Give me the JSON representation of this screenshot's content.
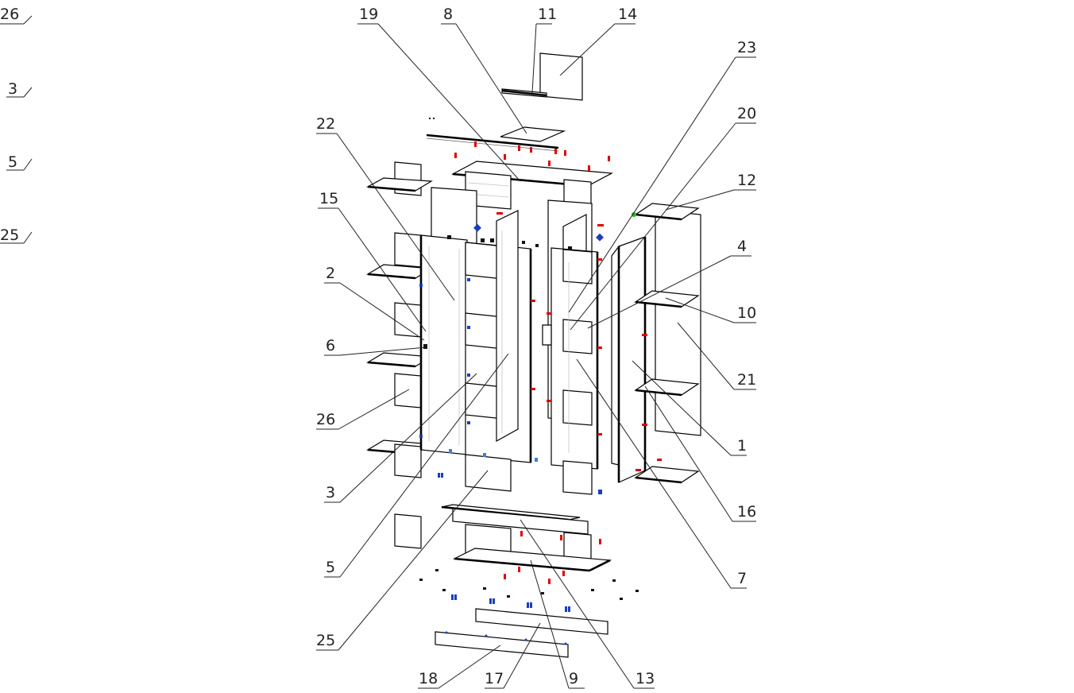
{
  "figure": {
    "left_callouts": [
      "26",
      "3",
      "5",
      "25"
    ],
    "callouts": {
      "c19": "19",
      "c8": "8",
      "c11": "11",
      "c14": "14",
      "c23": "23",
      "c20": "20",
      "c12": "12",
      "c22": "22",
      "c15": "15",
      "c4": "4",
      "c10": "10",
      "c2": "2",
      "c6": "6",
      "c21": "21",
      "c26": "26",
      "c1": "1",
      "c3": "3",
      "c16": "16",
      "c5": "5",
      "c7": "7",
      "c25": "25",
      "c18": "18",
      "c17": "17",
      "c9": "9",
      "c13": "13"
    }
  },
  "colors": {
    "line": "#000000",
    "hardware_red": "#e00000",
    "hardware_blue": "#1a3dbf",
    "hardware_light_blue": "#3f7fd6",
    "hardware_green": "#18c018"
  }
}
